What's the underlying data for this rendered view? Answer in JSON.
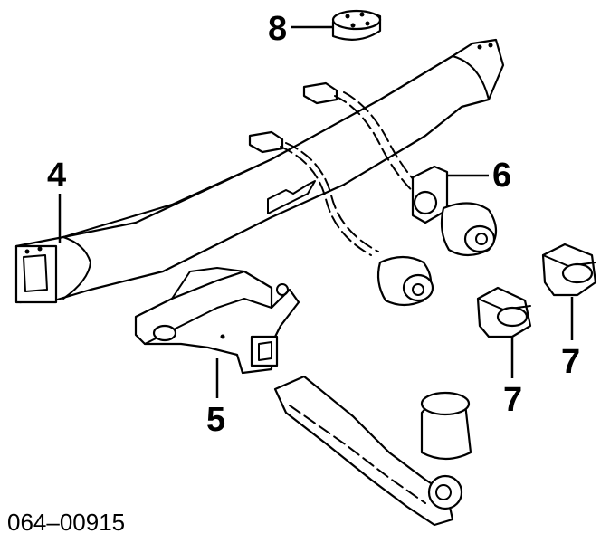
{
  "diagram": {
    "callouts": {
      "c4": "4",
      "c5": "5",
      "c6": "6",
      "c7a": "7",
      "c7b": "7",
      "c8": "8"
    },
    "part_code": "064–00915"
  }
}
